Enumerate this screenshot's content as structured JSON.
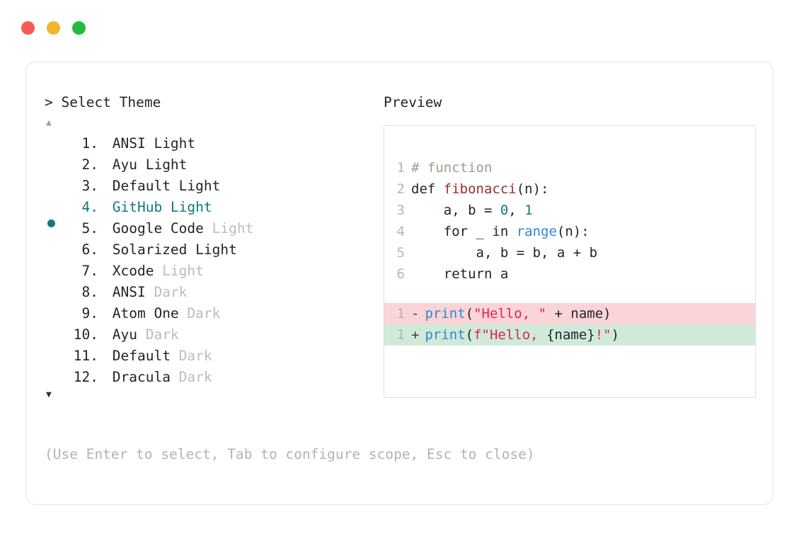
{
  "window": {
    "traffic_lights": [
      {
        "name": "close",
        "color": "#f45b52"
      },
      {
        "name": "minimize",
        "color": "#f2b52b"
      },
      {
        "name": "maximize",
        "color": "#22bc3f"
      }
    ]
  },
  "prompt": {
    "caret": ">",
    "title": "Select Theme"
  },
  "scroll": {
    "up_arrow": "▲",
    "down_arrow": "▼"
  },
  "themes": {
    "selected_index": 4,
    "bullet_color": "#0f7b76",
    "items": [
      {
        "index": "1.",
        "name": "ANSI Light",
        "variant": "",
        "variant_muted": false,
        "selected": false
      },
      {
        "index": "2.",
        "name": "Ayu Light",
        "variant": "",
        "variant_muted": false,
        "selected": false
      },
      {
        "index": "3.",
        "name": "Default Light",
        "variant": "",
        "variant_muted": false,
        "selected": false
      },
      {
        "index": "4.",
        "name": "GitHub Light",
        "variant": "",
        "variant_muted": false,
        "selected": true
      },
      {
        "index": "5.",
        "name": "Google Code",
        "variant": "Light",
        "variant_muted": true,
        "selected": false
      },
      {
        "index": "6.",
        "name": "Solarized Light",
        "variant": "",
        "variant_muted": false,
        "selected": false
      },
      {
        "index": "7.",
        "name": "Xcode",
        "variant": "Light",
        "variant_muted": true,
        "selected": false
      },
      {
        "index": "8.",
        "name": "ANSI",
        "variant": "Dark",
        "variant_muted": true,
        "selected": false
      },
      {
        "index": "9.",
        "name": "Atom One",
        "variant": "Dark",
        "variant_muted": true,
        "selected": false
      },
      {
        "index": "10.",
        "name": "Ayu",
        "variant": "Dark",
        "variant_muted": true,
        "selected": false
      },
      {
        "index": "11.",
        "name": "Default",
        "variant": "Dark",
        "variant_muted": true,
        "selected": false
      },
      {
        "index": "12.",
        "name": "Dracula",
        "variant": "Dark",
        "variant_muted": true,
        "selected": false
      }
    ]
  },
  "hint": "(Use Enter to select, Tab to configure scope, Esc to close)",
  "preview": {
    "title": "Preview",
    "code_lines": [
      {
        "ln": "1",
        "tokens": [
          {
            "t": "# function",
            "c": "tok-comment"
          }
        ]
      },
      {
        "ln": "2",
        "tokens": [
          {
            "t": "def ",
            "c": "tok-keyword"
          },
          {
            "t": "fibonacci",
            "c": "tok-func"
          },
          {
            "t": "(n):",
            "c": "tok-plain"
          }
        ]
      },
      {
        "ln": "3",
        "tokens": [
          {
            "t": "    a, b = ",
            "c": "tok-plain"
          },
          {
            "t": "0",
            "c": "tok-num"
          },
          {
            "t": ", ",
            "c": "tok-plain"
          },
          {
            "t": "1",
            "c": "tok-num"
          }
        ]
      },
      {
        "ln": "4",
        "tokens": [
          {
            "t": "    for _ in ",
            "c": "tok-plain"
          },
          {
            "t": "range",
            "c": "tok-builtin"
          },
          {
            "t": "(n):",
            "c": "tok-plain"
          }
        ]
      },
      {
        "ln": "5",
        "tokens": [
          {
            "t": "        a, b = b, a + b",
            "c": "tok-plain"
          }
        ]
      },
      {
        "ln": "6",
        "tokens": [
          {
            "t": "    return a",
            "c": "tok-plain"
          }
        ]
      }
    ],
    "diff_lines": [
      {
        "ln": "1",
        "sign": "-",
        "type": "minus",
        "bg": "#fbd4d8",
        "tokens": [
          {
            "t": "print",
            "c": "tok-call"
          },
          {
            "t": "(",
            "c": "tok-plain"
          },
          {
            "t": "\"Hello, \"",
            "c": "tok-string"
          },
          {
            "t": " + name)",
            "c": "tok-plain"
          }
        ]
      },
      {
        "ln": "1",
        "sign": "+",
        "type": "plus",
        "bg": "#cfead9",
        "tokens": [
          {
            "t": "print",
            "c": "tok-call"
          },
          {
            "t": "(",
            "c": "tok-plain"
          },
          {
            "t": "f\"Hello, ",
            "c": "tok-string"
          },
          {
            "t": "{name}",
            "c": "tok-plain"
          },
          {
            "t": "!\"",
            "c": "tok-string"
          },
          {
            "t": ")",
            "c": "tok-plain"
          }
        ]
      }
    ]
  }
}
